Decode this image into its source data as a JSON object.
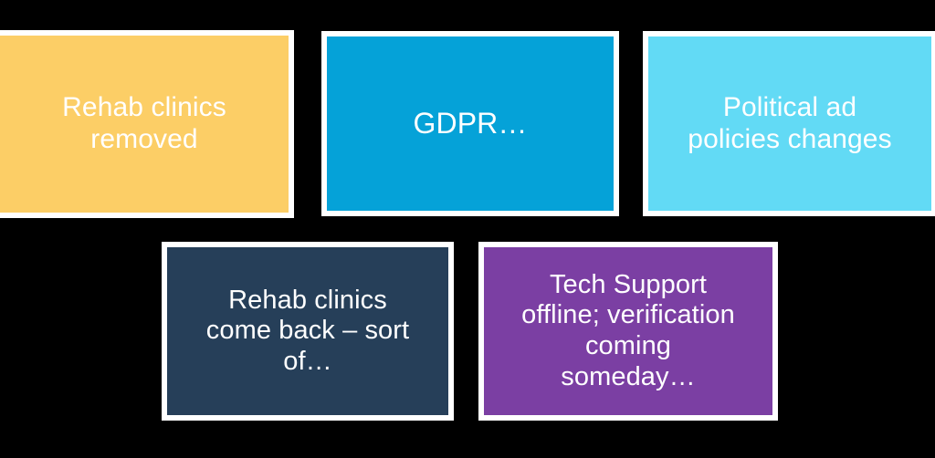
{
  "slide": {
    "background_color": "#000000",
    "border_color": "#ffffff",
    "text_color": "#ffffff"
  },
  "rows": [
    {
      "name": "top-row",
      "cards": [
        {
          "id": "rehab-removed",
          "label": "Rehab clinics\nremoved",
          "fill_color": "#fcce66"
        },
        {
          "id": "gdpr",
          "label": "GDPR…",
          "fill_color": "#05a2d8"
        },
        {
          "id": "political-ad",
          "label": "Political ad\npolicies changes",
          "fill_color": "#62daf5"
        }
      ]
    },
    {
      "name": "bottom-row",
      "cards": [
        {
          "id": "rehab-back",
          "label": "Rehab clinics\ncome back – sort\nof…",
          "fill_color": "#263f59"
        },
        {
          "id": "tech-support",
          "label": "Tech Support\noffline; verification\ncoming\nsomeday…",
          "fill_color": "#7b3fa3"
        }
      ]
    }
  ]
}
